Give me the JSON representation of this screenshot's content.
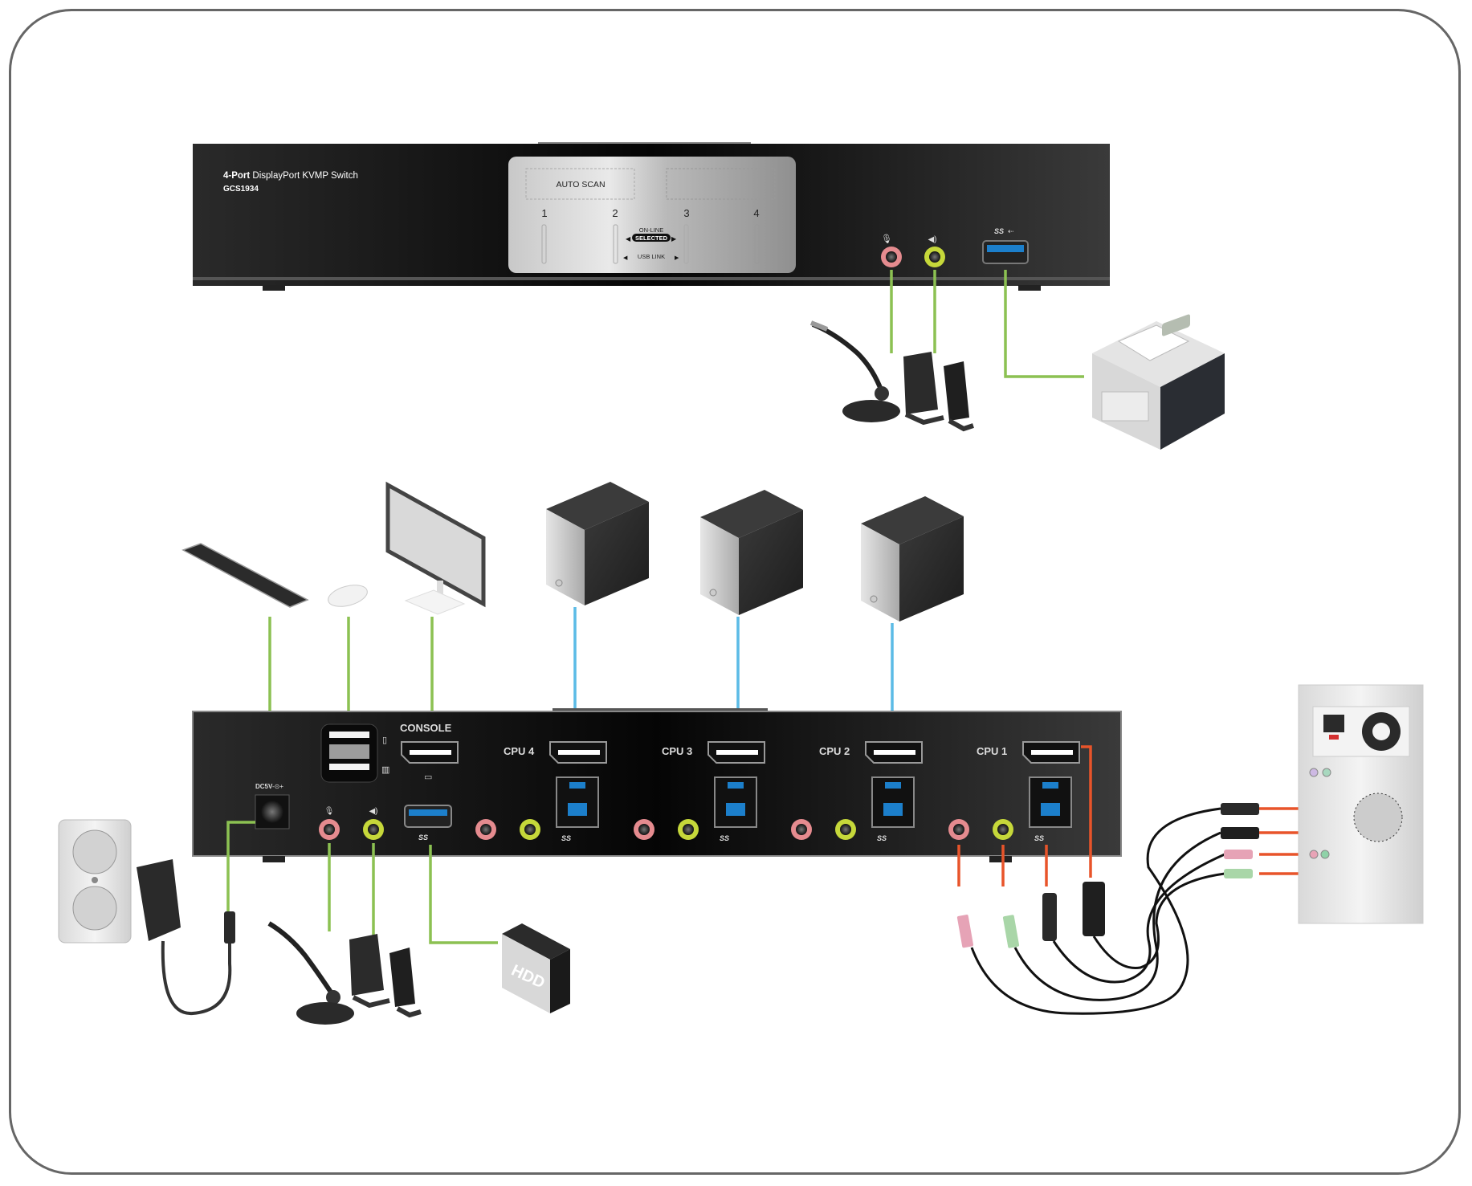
{
  "diagram": {
    "type": "kvm-connection-diagram",
    "colors": {
      "console_link": "#8cc152",
      "cpu_link": "#5bbbe6",
      "cable_link": "#e8542a",
      "mic_jack": "#e58b8f",
      "speaker_jack": "#c6d83a",
      "usb3_blue": "#1c7fcb",
      "chassis": "#111111",
      "frame": "#666666"
    },
    "front_panel": {
      "title_bold": "4-Port",
      "title_rest": " DisplayPort KVMP Switch",
      "model": "GCS1934",
      "auto_scan_label": "AUTO SCAN",
      "port_numbers": [
        "1",
        "2",
        "3",
        "4"
      ],
      "online_label": "ON-LINE",
      "selected_label": "SELECTED",
      "usb_link_label": "USB LINK",
      "ss_usb_label": "SS",
      "ports": [
        "mic-jack",
        "speaker-jack",
        "usb3-port"
      ]
    },
    "rear_panel": {
      "power_label": "DC5V",
      "power_polarity": "-⊙+",
      "console_label": "CONSOLE",
      "ss_usb_label": "SS",
      "cpu_labels": [
        "CPU 4",
        "CPU 3",
        "CPU 2",
        "CPU 1"
      ]
    },
    "devices": {
      "front": [
        "microphone",
        "speakers",
        "printer"
      ],
      "console": [
        "keyboard",
        "mouse",
        "monitor"
      ],
      "computers": [
        "computer-cpu4",
        "computer-cpu3",
        "computer-cpu2"
      ],
      "rear_peripherals": [
        "power-outlet",
        "power-adapter",
        "microphone",
        "speakers",
        "hdd"
      ],
      "hdd_label": "HDD",
      "cpu1_cable_set": [
        "mic-plug",
        "speaker-plug",
        "usb-b-plug",
        "displayport-plug"
      ],
      "cpu1_computer_side": [
        "usb-a-plug",
        "usb-a-plug",
        "mic-plug",
        "speaker-plug"
      ]
    }
  }
}
